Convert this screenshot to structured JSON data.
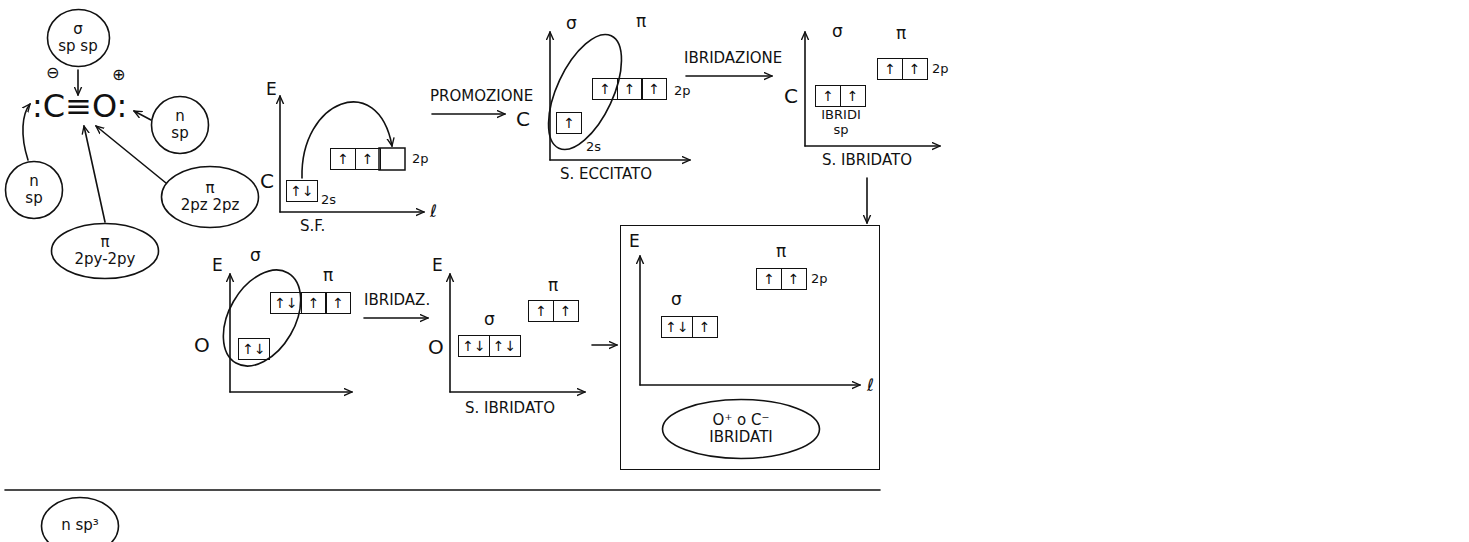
{
  "diagram": {
    "nodes": [
      {
        "text": [
          "σ",
          "sp sp"
        ]
      },
      {
        "text": [
          "n",
          "sp"
        ]
      },
      {
        "text": [
          "n",
          "sp"
        ]
      },
      {
        "text": [
          "π",
          "2py-2py"
        ]
      },
      {
        "text": [
          "π",
          "2pz 2pz"
        ]
      },
      {
        "text": [
          "↑↓"
        ]
      },
      {
        "text": [
          "↑"
        ]
      },
      {
        "text": [
          "↑"
        ]
      },
      {
        "text": [
          "↑"
        ]
      },
      {
        "text": [
          "↑"
        ]
      },
      {
        "text": [
          "↑"
        ]
      },
      {
        "text": [
          "↑"
        ]
      },
      {
        "text": [
          "↑"
        ]
      },
      {
        "text": [
          "↑"
        ]
      },
      {
        "text": [
          "↑"
        ]
      },
      {
        "text": [
          "↑"
        ]
      },
      {
        "text": [
          "↑↓"
        ]
      },
      {
        "text": [
          "↑↓"
        ]
      },
      {
        "text": [
          "↑"
        ]
      },
      {
        "text": [
          "↑"
        ]
      },
      {
        "text": [
          "↑↓"
        ]
      },
      {
        "text": [
          "↑↓"
        ]
      },
      {
        "text": [
          "↑"
        ]
      },
      {
        "text": [
          "↑"
        ]
      },
      {
        "text": [
          "E",
          "σ",
          "π",
          "2p",
          "ℓ"
        ]
      },
      {
        "text": [
          "↑"
        ],
        "in": 24
      },
      {
        "text": [
          "↑"
        ],
        "in": 24
      },
      {
        "text": [
          "↑↓"
        ],
        "in": 24
      },
      {
        "text": [
          "↑"
        ],
        "in": 24
      },
      {
        "text": [
          "O⁺ o C⁻",
          "IBRIDATI"
        ],
        "in": 24
      },
      {
        "text": [
          "n sp³"
        ]
      }
    ],
    "labels": [
      "⊖",
      ":C≡O:",
      "⊕",
      "E",
      "C",
      "2s",
      "2p",
      "S.F.",
      "ℓ",
      "PROMOZIONE",
      "σ",
      "π",
      "C",
      "2s",
      "2p",
      "S. ECCITATO",
      "IBRIDAZIONE",
      "σ",
      "π",
      "C",
      "IBRIDI sp",
      "2p",
      "S. IBRIDATO",
      "E",
      "σ",
      "π",
      "O",
      "IBRIDAZ.",
      "E",
      "σ",
      "π",
      "O",
      "S. IBRIDATO"
    ]
  }
}
